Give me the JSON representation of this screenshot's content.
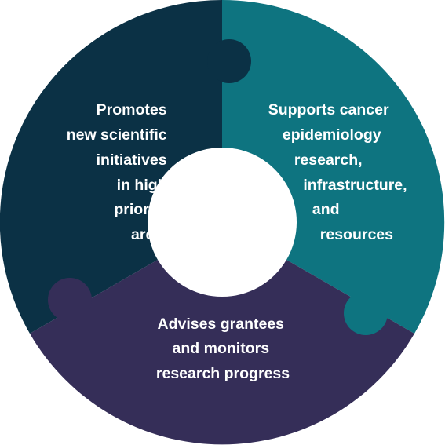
{
  "segments": [
    {
      "id": "upper-left",
      "color": "#0b3145",
      "lines": [
        "Promotes",
        "new scientific",
        "initiatives",
        "in high",
        "priority",
        "areas"
      ]
    },
    {
      "id": "upper-right",
      "color": "#0e7480",
      "lines": [
        "Supports cancer",
        "epidemiology",
        "research,",
        "infrastructure,",
        "and",
        "resources"
      ]
    },
    {
      "id": "bottom",
      "color": "#352e58",
      "lines": [
        "Advises grantees",
        "and monitors",
        "research progress"
      ]
    }
  ],
  "center_color": "#ffffff"
}
